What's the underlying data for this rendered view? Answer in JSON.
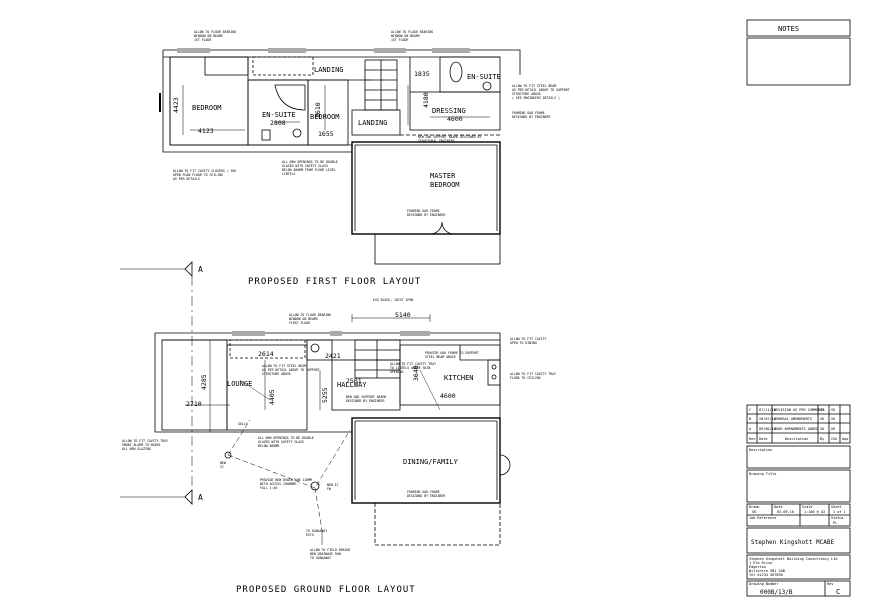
{
  "notes_label": "NOTES",
  "first_floor": {
    "title": "PROPOSED FIRST FLOOR LAYOUT",
    "rooms": {
      "bedroom_left": "BEDROOM",
      "ensuite_left": "EN-SUITE",
      "bedroom_mid": "BEDROOM",
      "landing_top": "LANDING",
      "landing_low": "LANDING",
      "ensuite_right": "EN-SUITE",
      "dressing": "DRESSING",
      "master_line1": "MASTER",
      "master_line2": "BEDROOM"
    },
    "dims": {
      "d4423": "4423",
      "d4123": "4123",
      "d2808": "2808",
      "d1835": "1835",
      "d1655": "1655",
      "d2610": "2610",
      "d4180": "4180",
      "d4600": "4600"
    },
    "notes": {
      "n1a": "ALLOW TO FLOOR BEARING",
      "n1b": "WINDOW ON BEAMS",
      "n1c": "1ST FLOOR",
      "n2a": "ALLOW TO FLOOR BEARING",
      "n2b": "WINDOW ON BEAMS",
      "n2c": "1ST FLOOR",
      "n3a": "ALLOW TO FIT STEEL BEAM",
      "n3b": "AS PER DETAIL ABOVE TO SUPPORT",
      "n3c": "STRUCTURE ABOVE",
      "n3d": "( SEE ENGINEERS DETAILS )",
      "n4a": "FRAMING OAK FRAME",
      "n4b": "DESIGNED BY ENGINEER",
      "n5a": "ALLOW TO FIT CAVITY CLOSERS / SEE",
      "n5b": "OPEN PLAN FLOOR TO CEILING",
      "n5c": "AS PER DETAILS",
      "n6a": "ALL NEW OPENINGS TO BE DOUBLE",
      "n6b": "GLAZED WITH SAFETY GLASS",
      "n6c": "BELOW 800MM FROM FLOOR LEVEL",
      "n6d": "LINTELS",
      "n7a": "NEW OAK SUPPORT BEAMS DESIGNED BY",
      "n7b": "STRUCTURAL ENGINEER",
      "n8a": "FRAMING OAK FRAME",
      "n8b": "DESIGNED BY ENGINEER"
    }
  },
  "ground_floor": {
    "title": "PROPOSED GROUND FLOOR LAYOUT",
    "rooms": {
      "lounge": "LOUNGE",
      "hallway": "HALLWAY",
      "kitchen": "KITCHEN",
      "dining": "DINING/FAMILY"
    },
    "dims": {
      "d5140": "5140",
      "d2614": "2614",
      "d4285": "4285",
      "d2710": "2710",
      "d4405": "4405",
      "d2421": "2421",
      "d2501": "2501",
      "d3640": "3640",
      "d4600": "4600",
      "d5255": "5255"
    },
    "notes": {
      "g0": "EXG BLOCK, JOIST SPAN",
      "g1a": "ALLOW TO FLOOR BEARING",
      "g1b": "WINDOW ON BEAMS",
      "g1c": "FIRST FLOOR",
      "g2a": "ALLOW TO FIT CAVITY",
      "g2b": "OPEN TO DINING",
      "g3a": "PROVIDE OAK FRAME TO SUPPORT",
      "g3b": "STEEL BEAM ABOVE",
      "g4a": "ALLOW TO FIT STEEL BEAM",
      "g4b": "AS PER DETAIL ABOVE TO SUPPORT",
      "g4c": "STRUCTURE ABOVE",
      "g5a": "ALLOW TO FIT CAVITY TRAY",
      "g5b": "TO LINTELS ABOVE SKIN",
      "g5c": "OPENING",
      "g6a": "NEW OAK SUPPORT BEAMS",
      "g6b": "DESIGNED BY ENGINEER",
      "g7a": "FRAMING OAK FRAME",
      "g7b": "DESIGNED BY ENGINEER",
      "g8a": "ALLOW TO FIT CAVITY TRAY",
      "g8b": "SMOKE ALARM TO MAINS",
      "g8c": "ALL NEW GLAZING",
      "g9a": "ALL NEW OPENINGS TO BE DOUBLE",
      "g9b": "GLAZED WITH SAFETY GLASS",
      "g9c": "BELOW 800MM",
      "g10a": "ALLOW TO FIT CAVITY TRAY",
      "g10b": "FLOOR TO CEILING",
      "g11a": "PROVIDE NEW DRAIN RUN 110MM",
      "g11b": "WITH ACCESS CHAMBER",
      "g11c": "FALL 1:40",
      "g12a": "NEW",
      "g12b": "IC",
      "g13a": "NEW IC",
      "g13b": "FW",
      "g14a": "TO SOAKAWAY",
      "g15a": "ALLOW TO FIELD DRAINS",
      "g15b": "NEW DRAINAGE RUN",
      "g15c": "TO SOAKAWAY",
      "g16": "GULLY",
      "g17": "EXTG"
    }
  },
  "section_marks": {
    "top": "A",
    "bottom": "A"
  },
  "title_block": {
    "revisions": [
      {
        "rev": "C",
        "date": "07/11/16",
        "desc": "REVISION AS PER COMMENTS",
        "by": "SK",
        "chk": "SK"
      },
      {
        "rev": "B",
        "date": "20/07/16",
        "desc": "GENERAL AMENDMENTS",
        "by": "SK",
        "chk": "SK"
      },
      {
        "rev": "A",
        "date": "09/06/16",
        "desc": "DOOR AMENDMENTS ADDED",
        "by": "SK",
        "chk": "SK"
      }
    ],
    "rev_headers": [
      "Rev",
      "Date",
      "Description",
      "By",
      "Chk",
      "App"
    ],
    "description_label": "Description",
    "drawing_title_label": "Drawing Title",
    "field_drawn_label": "Drawn",
    "field_drawn": "SK",
    "field_date_label": "Date",
    "field_date": "03.09.16",
    "field_scale_label": "Scale",
    "field_scale": "1:100 @ A3",
    "field_sheet_label": "Sheet",
    "field_sheet": "1 of 1",
    "field_ref_label": "Job Reference",
    "field_status_label": "Status",
    "field_status": "PL",
    "company_name": "Stephen Kingshott MCABE",
    "address": [
      "Stephen Kingshott Building Consultancy Ltd",
      "1 Elm Drive",
      "Edgerton",
      "Wiltshire SN1 2AB",
      "Tel 01234 567890"
    ],
    "drawing_number_label": "Drawing Number",
    "drawing_number": "000B/13/B",
    "revision_label": "Rev",
    "revision": "C"
  }
}
